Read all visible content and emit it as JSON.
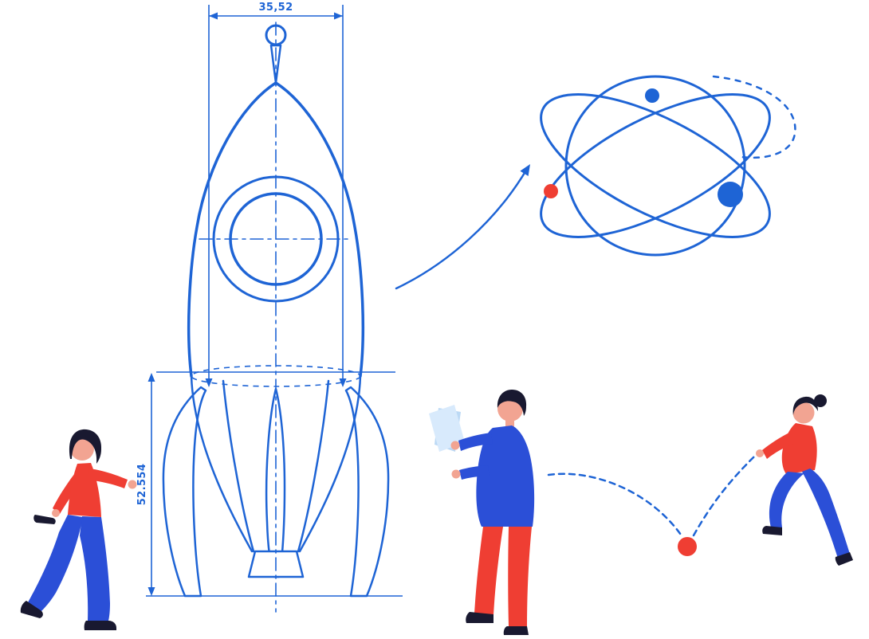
{
  "illustration": {
    "description": "Flat vector illustration: rocket technical blueprint with dimension callouts, atom orbit model, curved arrow, dashed bouncing ball path and three people",
    "dimensions": {
      "width_label": "35,52",
      "height_label": "52.554"
    },
    "colors": {
      "blueprint_blue": "#1e64d5",
      "accent_red": "#ef3e33",
      "dark_navy": "#191930",
      "skin_tone": "#f2a492",
      "garment_blue": "#2b4fd7",
      "paper_blue": "#d8eafc",
      "paper_blue_dark": "#bcd9f5",
      "background": "#ffffff"
    },
    "elements": {
      "rocket": "rocket-blueprint-drawing",
      "atom": "atom-orbits-illustration",
      "arrow": "curved-arrow",
      "bounce_path": "dashed-bounce-path",
      "ball": "red-ball",
      "person_left": "walking-woman",
      "person_center": "man-reading-plans",
      "person_right": "running-woman"
    }
  }
}
